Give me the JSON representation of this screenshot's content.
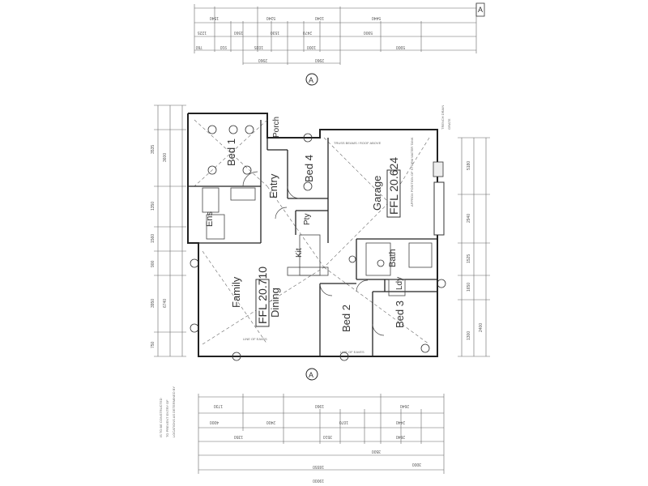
{
  "rooms": {
    "bed1": "Bed 1",
    "porch": "Porch",
    "entry": "Entry",
    "bed4": "Bed 4",
    "garage": "Garage",
    "ens": "Ens",
    "pty": "Pty",
    "kit": "Kit",
    "family": "Family",
    "dining": "Dining",
    "bath": "Bath",
    "ldy": "Ldy",
    "bed2": "Bed 2",
    "bed3": "Bed 3"
  },
  "ffl_main": "FFL  20.710",
  "ffl_garage": "FFL  20.624",
  "section_marker": "A",
  "corner_tag": "A",
  "overall_dimension": "19000"
}
